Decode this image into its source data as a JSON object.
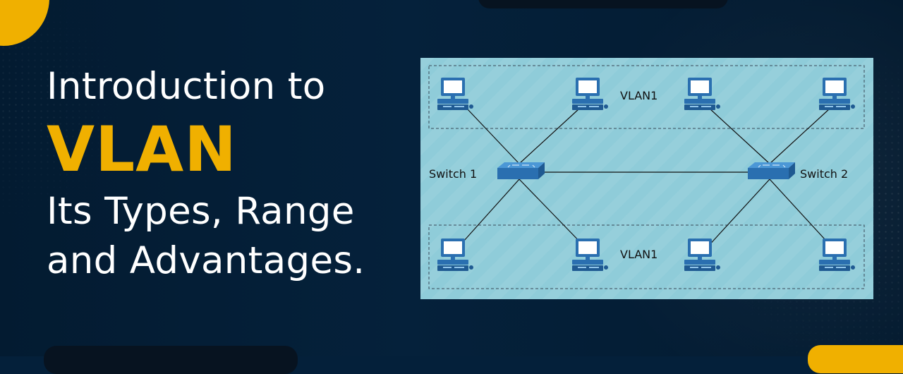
{
  "headline": {
    "line1": "Introduction to",
    "line2": "VLAN",
    "line3": "Its Types, Range",
    "line4": "and Advantages."
  },
  "diagram": {
    "switches": [
      "Switch 1",
      "Switch 2"
    ],
    "groups": [
      "VLAN1",
      "VLAN1"
    ]
  },
  "colors": {
    "background": "#04203a",
    "accent": "#f0b000",
    "diagram_bg": "#8fccd9",
    "device": "#2a6fb0"
  }
}
